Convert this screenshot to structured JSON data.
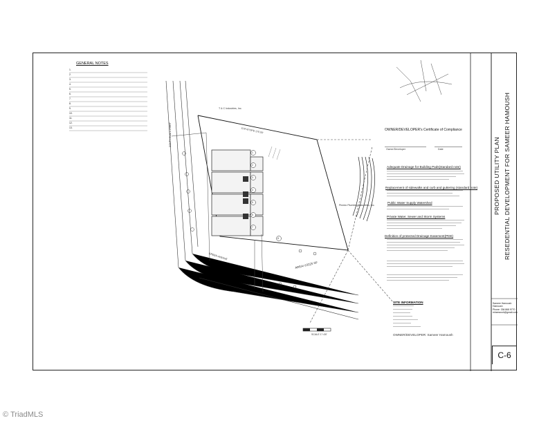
{
  "title_block": {
    "title_line1": "PROPOSED UTILITY PLAN",
    "title_line2": "RESEDENTIAL DEVELOPMENT FOR SAMEER HAMOUSH",
    "sheet_number": "C-6",
    "info_lines": [
      "Sameer Hamoush",
      "Hamoush",
      "Phone: 336 868 9770",
      "mhamoush@gmail.com"
    ]
  },
  "general_notes": {
    "heading": "GENERAL NOTES",
    "items": [
      "1.",
      "2.",
      "3.",
      "4.",
      "5.",
      "6.",
      "7.",
      "8.",
      "9.",
      "10.",
      "11.",
      "12.",
      "13."
    ]
  },
  "plan": {
    "street_name_1": "SOUTH ELM STREET",
    "street_name_2": "GREEN AVENUE",
    "area_label": "AREA=10225 SF",
    "bearing_label": "S79°47'09\"E   170.00'",
    "lot_labels": [
      "1",
      "2",
      "3",
      "4",
      "5",
      "6",
      "7",
      "8"
    ],
    "neighbor_1": "T & C Industries, Inc.",
    "neighbor_2": "Pinedo Plumbing Industries, Inc.",
    "scale_label": "SCALE 1\"=30'"
  },
  "certificate": {
    "title": "OWNER/DEVELOPER's Certificate of Compliance",
    "owner_label": "Owner/Developer",
    "date_label": "Date"
  },
  "sections": [
    {
      "heading": "Adequate Drainage for Building Pads(standard note)"
    },
    {
      "heading": "Replacement of sidewalks and curb and guttering (standard note)"
    },
    {
      "heading": "Public Water Supply Watershed"
    },
    {
      "heading": "Private Water, Sewer and Storm Systems"
    },
    {
      "heading": "Definition of protected Drainage Easement(PDE)"
    }
  ],
  "site_information": {
    "heading": "SITE INFORMATION",
    "owner_developer": "OWNER/DEVELOPER: Sameer Hamoush"
  },
  "watermark": "TriadMLS"
}
